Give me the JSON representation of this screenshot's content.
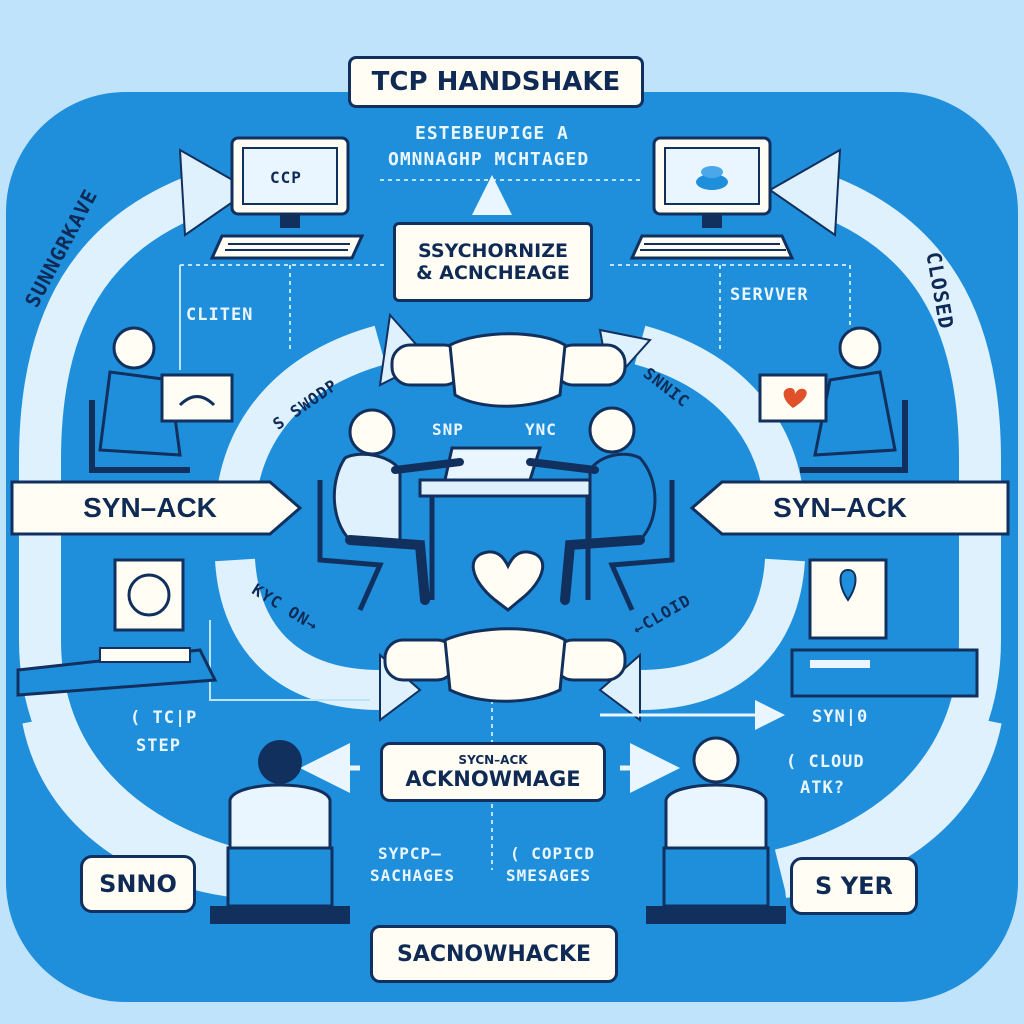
{
  "title": "TCP HANDSHAKE",
  "subtitle_top": {
    "line1": "ESTEBEUPIGE A",
    "line2": "OMNNAGHP MCHTAGED"
  },
  "center_box": {
    "line1": "SSYCHORNIZE",
    "line2": "& ACNCHEAGE"
  },
  "client_label": "CLITEN",
  "server_label": "SERVVER",
  "left_arc_label": "SUNNGRKAVE",
  "right_arc_label": "CLOSED",
  "synack_left": "SYN–ACK",
  "synack_right": "SYN–ACK",
  "inner_arc_top_left": "S SWODP",
  "inner_arc_top_right": "SNNIC",
  "inner_arc_bottom_left": "KYC ON→",
  "inner_arc_bottom_right": "←CLOID",
  "table_left_label": "SNP",
  "table_right_label": "YNC",
  "monitor_left_text": "CCP",
  "tcp_step": {
    "line1": "( TC|P",
    "line2": "STEP"
  },
  "syn_right": "SYN|0",
  "cloud_attk": {
    "line1": "( CLOUD",
    "line2": "ATK?"
  },
  "ack_box": {
    "small": "SYCN–ACK",
    "main": "ACKNOWMAGE"
  },
  "bottom_left_text": {
    "line1": "SYPCP–",
    "line2": "SACHAGES"
  },
  "bottom_right_text": {
    "line1": "( COPICD",
    "line2": "SMESAGES"
  },
  "bottom_left_box": "SNNO",
  "bottom_right_box": "S YER",
  "bottom_box": "SACNOWHACKE",
  "colors": {
    "bg_outer": "#bfe3fb",
    "bg_main": "#1f8fdc",
    "navy": "#11305e",
    "cream": "#fffdf4",
    "heart": "#e0502a"
  }
}
